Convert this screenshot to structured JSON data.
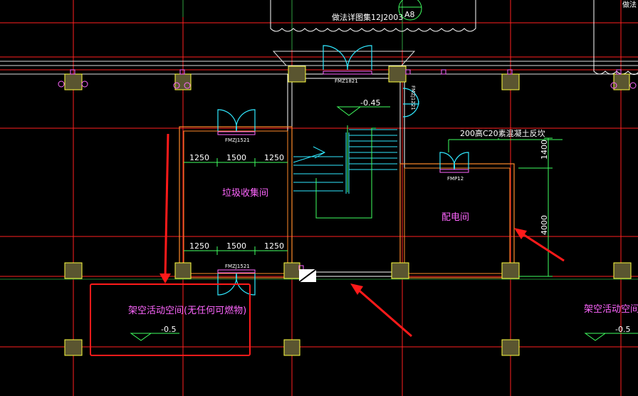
{
  "drawing": {
    "top_note": "做法详图集12J2003",
    "top_circle_label": "A8",
    "stair_level": "-0.45",
    "floor_note": "200高C20素混凝土反坎",
    "dim_vertical_top": "1400",
    "dim_vertical_bottom": "4000",
    "dims_upper": [
      "1250",
      "1500",
      "1250"
    ],
    "dims_lower": [
      "1250",
      "1500",
      "1250"
    ],
    "room_garbage": "垃圾收集间",
    "room_power": "配电间",
    "open_space_left": "架空活动空间(无任何可燃物)",
    "open_space_right": "架空活动空间(",
    "level_left": "-0.5",
    "level_right": "-0.5",
    "door_tag_top": "FMZ1821",
    "door_tag_side": "FMZJ1221",
    "door_tag_garbage_top": "FMZJ1521",
    "door_tag_garbage_bottom": "FMZJ1521",
    "door_tag_power": "FMP12",
    "right_edge_note": "做法"
  },
  "colors": {
    "axis_red": "#ff2020",
    "wall_white": "#ffffff",
    "wall_orange": "#ff8a2a",
    "column_fill": "#5a5530",
    "column_edge": "#ffff40",
    "door_cyan": "#30e8ff",
    "stair_cyan": "#30e8ff",
    "stair_green": "#40ff60",
    "dim_green": "#40ff60",
    "label_magenta": "#ff66ff",
    "annotation_red": "#ff1a1a"
  }
}
